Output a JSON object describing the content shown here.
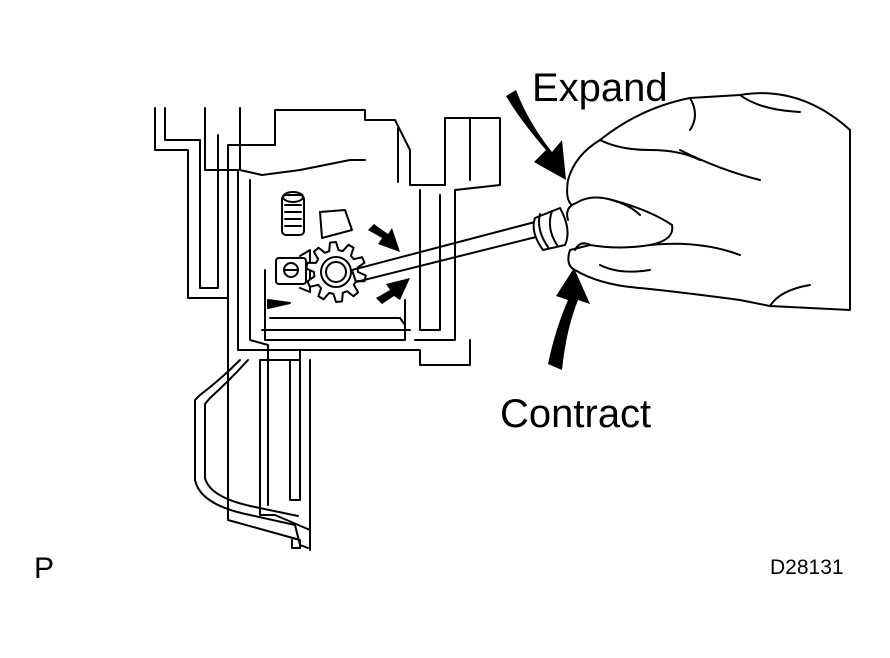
{
  "labels": {
    "expand": "Expand",
    "contract": "Contract",
    "view_code": "P",
    "figure_code": "D28131"
  },
  "colors": {
    "line": "#000000",
    "background": "#ffffff",
    "hand_shade": "#d9d9d9"
  }
}
